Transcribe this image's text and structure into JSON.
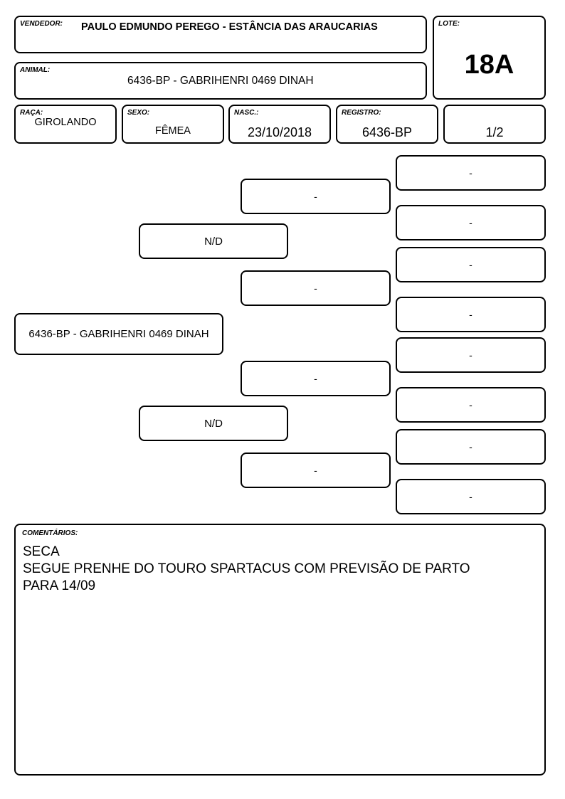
{
  "header": {
    "vendedor_label": "VENDEDOR:",
    "vendedor": "PAULO EDMUNDO PEREGO - ESTÂNCIA  DAS ARAUCARIAS",
    "lote_label": "LOTE:",
    "lote": "18A",
    "animal_label": "ANIMAL:",
    "animal": "6436-BP - GABRIHENRI 0469 DINAH"
  },
  "info": {
    "raca_label": "RAÇA:",
    "raca": "GIROLANDO",
    "sexo_label": "SEXO:",
    "sexo": "FÊMEA",
    "nasc_label": "NASC.:",
    "nasc": "23/10/2018",
    "registro_label": "REGISTRO:",
    "registro": "6436-BP",
    "page": "1/2"
  },
  "pedigree": {
    "animal": "6436-BP - GABRIHENRI 0469 DINAH",
    "sire": "N/D",
    "dam": "N/D",
    "sire_sire": "-",
    "sire_dam": "-",
    "dam_sire": "-",
    "dam_dam": "-",
    "ggp": [
      "-",
      "-",
      "-",
      "-",
      "-",
      "-",
      "-",
      "-"
    ]
  },
  "comments": {
    "label": "COMENTÁRIOS:",
    "lines": [
      "SECA",
      "SEGUE PRENHE DO TOURO SPARTACUS COM PREVISÃO DE PARTO",
      "PARA 14/09"
    ]
  }
}
